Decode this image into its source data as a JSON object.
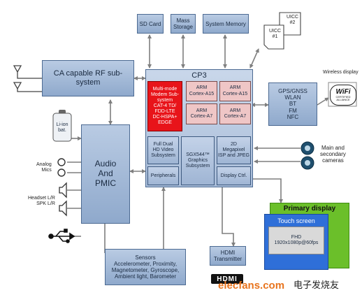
{
  "top": {
    "sd_card": "SD Card",
    "mass_storage": "Mass\nStorage",
    "system_memory": "System Memory",
    "uicc1": "UICC\n#1",
    "uicc2": "UICC\n#2"
  },
  "rf": "CA capable RF sub-\nsystem",
  "cp3": {
    "title": "CP3",
    "modem": "Multi-mode\nModem Sub-\nsystem\nCAT-4 TD/\nFDD-LTE\nDC-HSPA+\nEDGE",
    "cores": [
      "ARM\nCortex-A15",
      "ARM\nCortex-A15",
      "ARM\nCortex-A7",
      "ARM\nCortex-A7"
    ],
    "video": "Full Dual\nHD Video\nSubsystem",
    "graphics": "SGX544™\nGraphics\nSubsystem",
    "isp": "2D\nMegapixel\nISP and JPEG",
    "peripherals": "Peripherals",
    "display_ctrl": "Display Ctrl."
  },
  "connectivity": "GPS/GNSS\nWLAN\nBT\nFM\nNFC",
  "wireless_display": "Wireless display",
  "wifi_logo": {
    "main": "WiFi",
    "sub": "CERTIFIED",
    "sub2": "ALLIANCE"
  },
  "battery": "Li-ion\nbat.",
  "pmic": "Audio\nAnd\nPMIC",
  "analog_mics": "Analog\nMics",
  "headset": "Headset L/R\nSPK L/R",
  "cameras": "Main and\nsecondary\ncameras",
  "primary_display": "Primary display",
  "touch_screen": "Touch screen",
  "fhd": "FHD\n1920x1080p@60fps",
  "sensors": "Sensors\nAccelerometer, Proximity,\nMagnetometer, Gyroscope,\nAmbient light, Barometer",
  "hdmi": "HDMI\nTransmitter",
  "hdmi_logo": "HDMI",
  "watermark": "elecfans.com",
  "watermark_cn": "电子发烧友",
  "colors": {
    "block_blue": "#9fb5d4",
    "modem_red": "#e8141a",
    "core_pink": "#efc6c6",
    "display_green": "#6bbf2a",
    "touch_blue": "#2f6fd8",
    "arrow_gray": "#7f7f7f",
    "watermark_orange": "#e8741e"
  }
}
